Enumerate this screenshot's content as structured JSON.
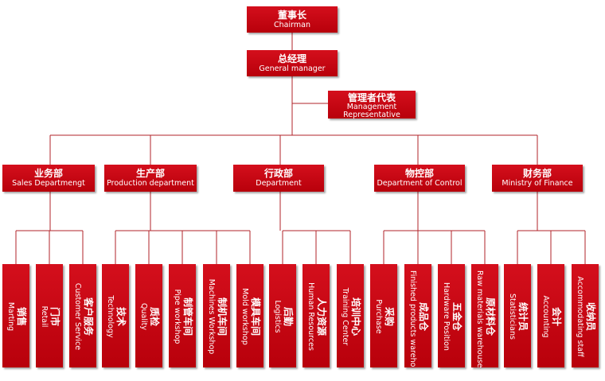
{
  "top": [
    {
      "zh": "董事长",
      "en": "Chairman"
    },
    {
      "zh": "总经理",
      "en": "General manager"
    }
  ],
  "representative": {
    "zh": "管理者代表",
    "en1": "Management",
    "en2": "Representative"
  },
  "departments": [
    {
      "zh": "业务部",
      "en": "Sales Departmengt",
      "units": [
        {
          "zh": "销售",
          "en": "Marting"
        },
        {
          "zh": "门市",
          "en": "Retail"
        },
        {
          "zh": "客户服务",
          "en": "Customer Service"
        }
      ]
    },
    {
      "zh": "生产部",
      "en": "Production department",
      "units": [
        {
          "zh": "技术",
          "en": "Technology"
        },
        {
          "zh": "质检",
          "en": "Quality"
        },
        {
          "zh": "制管车间",
          "en": "Pipe workshop"
        },
        {
          "zh": "制机车间",
          "en": "Machines Workshop"
        },
        {
          "zh": "模具车间",
          "en": "Mold workshop"
        }
      ]
    },
    {
      "zh": "行政部",
      "en": "Department",
      "units": [
        {
          "zh": "后勤",
          "en": "Logistics"
        },
        {
          "zh": "人力资源",
          "en": "Human Resources"
        },
        {
          "zh": "培训中心",
          "en": "Training Center"
        }
      ]
    },
    {
      "zh": "物控部",
      "en": "Department of Control",
      "units": [
        {
          "zh": "采购",
          "en": "Purchase"
        },
        {
          "zh": "成品仓",
          "en": "Finished products warehouse"
        },
        {
          "zh": "五金仓",
          "en": "Hardware Position"
        },
        {
          "zh": "原材料仓",
          "en": "Raw materials warehouse"
        }
      ]
    },
    {
      "zh": "财务部",
      "en": "Ministry of Finance",
      "units": [
        {
          "zh": "统计员",
          "en": "Statisticians"
        },
        {
          "zh": "会计",
          "en": "Accounting"
        },
        {
          "zh": "收纳员",
          "en": "Accommodating staff"
        }
      ]
    }
  ],
  "colors": {
    "box": "#c8000f",
    "line": "#b0232a"
  }
}
